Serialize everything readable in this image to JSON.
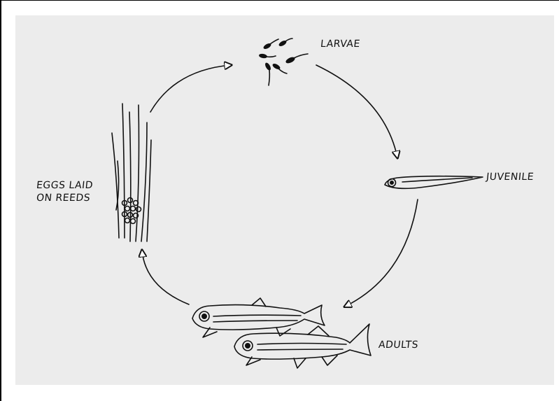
{
  "diagram": {
    "stages": {
      "larvae": "LARVAE",
      "juvenile": "JUVENILE",
      "adults": "ADULTS",
      "eggs_line1": "EGGS LAID",
      "eggs_line2": "ON REEDS"
    }
  },
  "colors": {
    "ink": "#111111",
    "paper": "#ececec"
  }
}
